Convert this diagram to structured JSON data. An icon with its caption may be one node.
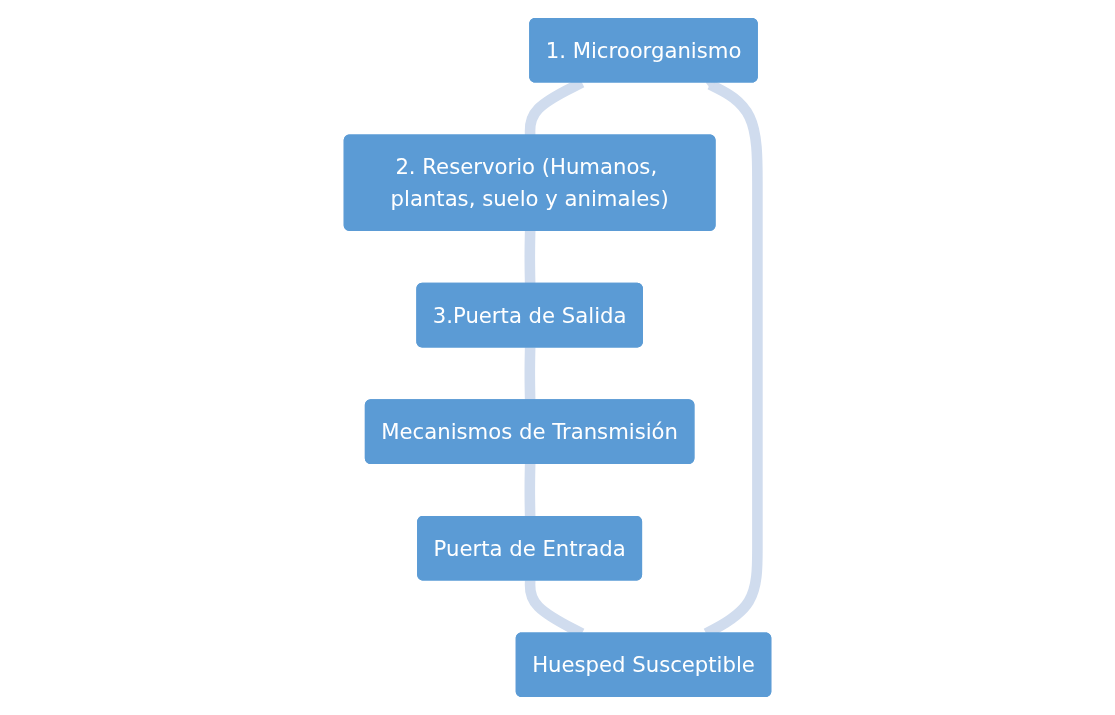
{
  "diagram": {
    "nodes": [
      {
        "text": [
          "1. Microorganismo"
        ]
      },
      {
        "text": [
          "2. Reservorio (Humanos, plantas, suelo y animales)"
        ]
      },
      {
        "text": [
          "3.Puerta de Salida"
        ]
      },
      {
        "text": [
          "Mecanismos de Transmisión"
        ]
      },
      {
        "text": [
          "Puerta de Entrada"
        ]
      },
      {
        "text": [
          "Huesped Susceptible"
        ]
      }
    ],
    "edges": [
      {
        "from": 0,
        "to": 1,
        "arrow": "none"
      },
      {
        "from": 1,
        "to": 2,
        "arrow": "none"
      },
      {
        "from": 2,
        "to": 3,
        "arrow": "none"
      },
      {
        "from": 3,
        "to": 4,
        "arrow": "none"
      },
      {
        "from": 4,
        "to": 5,
        "arrow": "none"
      },
      {
        "from": 5,
        "to": 0,
        "arrow": "to"
      }
    ]
  }
}
